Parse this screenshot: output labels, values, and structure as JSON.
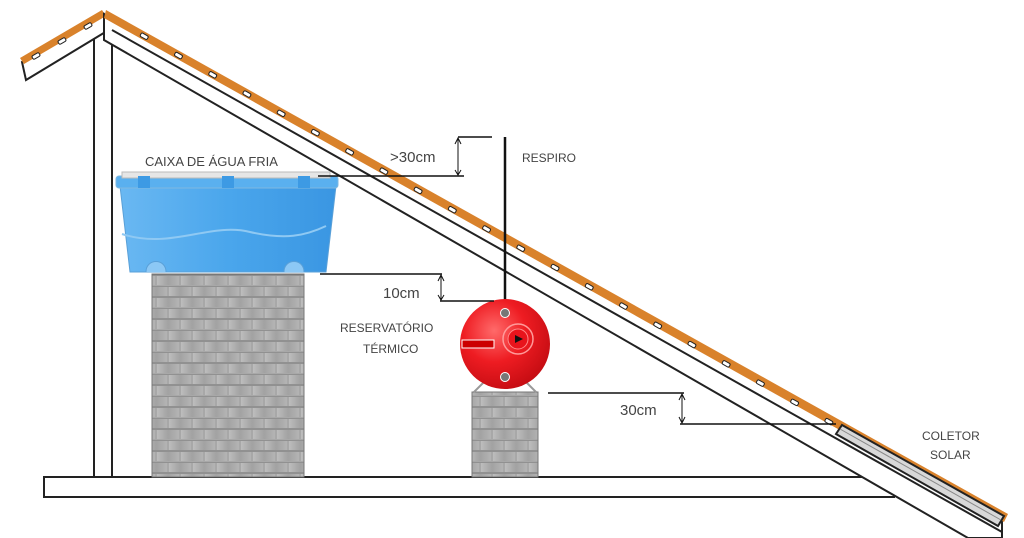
{
  "diagram": {
    "title": "Instalação de aquecedor solar sob telhado",
    "labels": {
      "cold_water_tank": "CAIXA DE ÁGUA FRIA",
      "vent": "RESPIRO",
      "thermal_reservoir_line1": "RESERVATÓRIO",
      "thermal_reservoir_line2": "TÉRMICO",
      "solar_collector_line1": "COLETOR",
      "solar_collector_line2": "SOLAR"
    },
    "dimensions": {
      "vent_above_tank": ">30cm",
      "tank_above_reservoir": "10cm",
      "reservoir_below_collector": "30cm"
    },
    "reservoir_brand_plate": "",
    "colors": {
      "roof_tile": "#d9822b",
      "tank_blue": "#4aa8ee",
      "tank_blue_light": "#7cc4f6",
      "reservoir_red": "#e8141c",
      "brick_gray": "#a9a9a9",
      "line": "#222222",
      "label_text": "#444444"
    }
  }
}
